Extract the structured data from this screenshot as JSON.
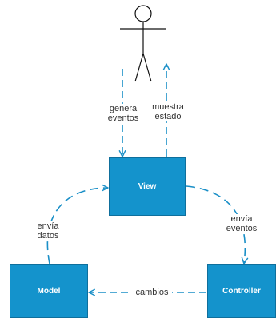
{
  "colors": {
    "box_fill": "#1493cc",
    "connector": "#1a8fc7",
    "actor_stroke": "#111111",
    "text": "#333333",
    "box_text": "#ffffff"
  },
  "actor": {
    "icon": "stick-figure-user-icon"
  },
  "boxes": {
    "view": "View",
    "model": "Model",
    "controller": "Controller"
  },
  "labels": {
    "genera_1": "genera",
    "genera_2": "eventos",
    "muestra_1": "muestra",
    "muestra_2": "estado",
    "envia_eventos_1": "envía",
    "envia_eventos_2": "eventos",
    "envia_datos_1": "envía",
    "envia_datos_2": "datos",
    "cambios": "cambios"
  }
}
